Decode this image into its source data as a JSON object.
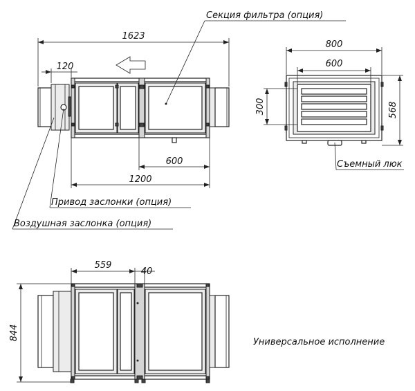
{
  "dimensions": {
    "total_length": "1623",
    "damper_length": "120",
    "body_length": "1200",
    "filter_section_length": "600",
    "end_view_width": "800",
    "end_view_opening_width": "600",
    "end_view_opening_height": "300",
    "end_view_height": "568",
    "bottom_section_length": "559",
    "bottom_gap": "40",
    "bottom_height": "844"
  },
  "labels": {
    "filter_section": "Секция фильтра (опция)",
    "removable_hatch": "Съемный люк",
    "damper_drive": "Привод заслонки (опция)",
    "air_damper": "Воздушная заслонка (опция)",
    "universal_version": "Универсальное исполнение"
  }
}
